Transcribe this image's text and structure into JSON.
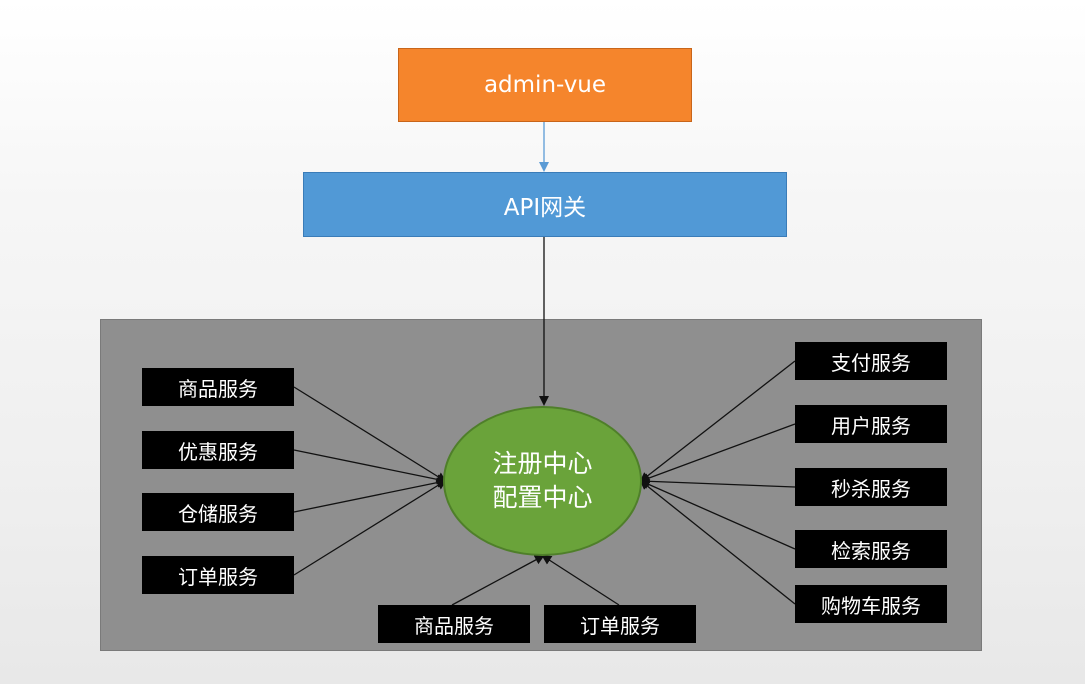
{
  "admin": {
    "label": "admin-vue",
    "color": "#f5852c"
  },
  "gateway": {
    "label": "API网关",
    "color": "#5199d6"
  },
  "center": {
    "line1": "注册中心",
    "line2": "配置中心",
    "color": "#6aa33a"
  },
  "left_services": [
    {
      "label": "商品服务"
    },
    {
      "label": "优惠服务"
    },
    {
      "label": "仓储服务"
    },
    {
      "label": "订单服务"
    }
  ],
  "right_services": [
    {
      "label": "支付服务"
    },
    {
      "label": "用户服务"
    },
    {
      "label": "秒杀服务"
    },
    {
      "label": "检索服务"
    },
    {
      "label": "购物车服务"
    }
  ],
  "bottom_services": [
    {
      "label": "商品服务"
    },
    {
      "label": "订单服务"
    }
  ],
  "container_color": "#8f8f8f"
}
